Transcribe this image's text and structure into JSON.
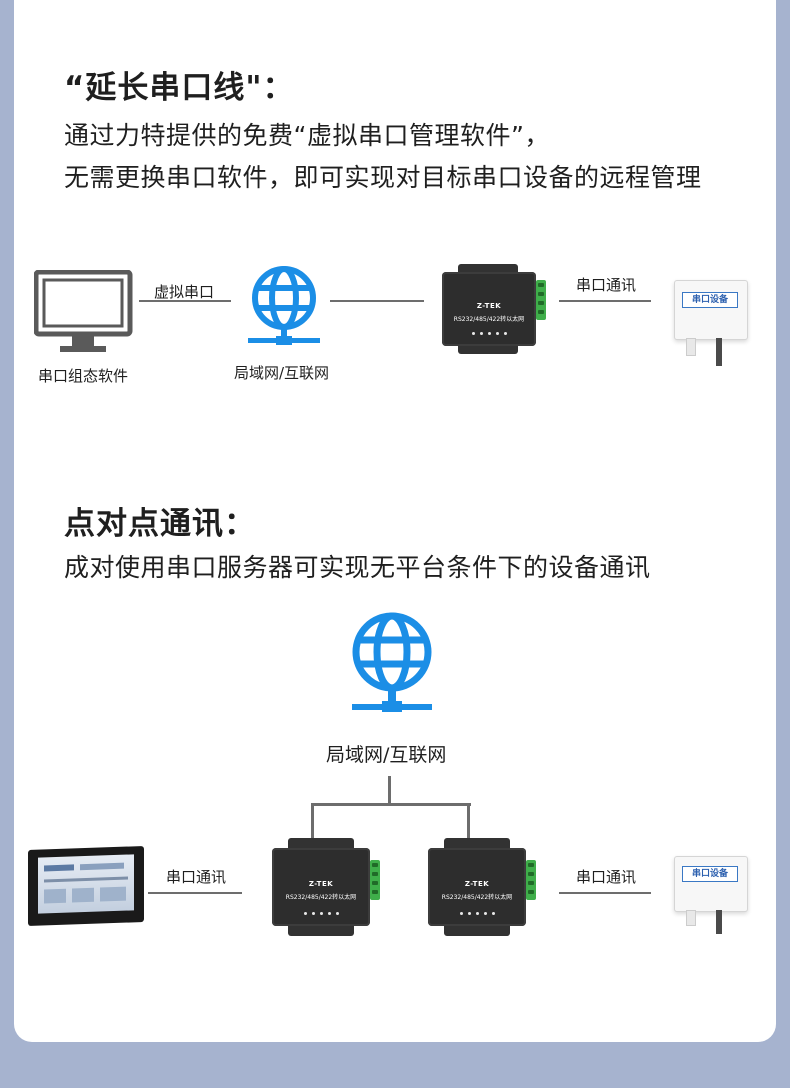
{
  "section1": {
    "title": "“延长串口线\"：",
    "line1": "通过力特提供的免费“虚拟串口管理软件”，",
    "line2": "无需更换串口软件，即可实现对目标串口设备的远程管理",
    "labels": {
      "virtual_port": "虚拟串口",
      "serial_comm": "串口通讯",
      "pc": "串口组态软件",
      "network": "局域网/互联网"
    }
  },
  "section2": {
    "title": "点对点通讯：",
    "line1": "成对使用串口服务器可实现无平台条件下的设备通讯",
    "labels": {
      "network": "局域网/互联网",
      "serial_comm_left": "串口通讯",
      "serial_comm_right": "串口通讯"
    }
  },
  "device": {
    "brand": "Z-TEK",
    "model": "RS232/485/422转以太网"
  },
  "sensor": {
    "tag": "串口设备"
  },
  "colors": {
    "globe": "#1b8ee6",
    "background": "#a6b3cf",
    "device": "#2d2d2d",
    "terminal": "#3fae4a"
  },
  "icons": {
    "monitor": "monitor-icon",
    "globe": "globe-network-icon"
  }
}
